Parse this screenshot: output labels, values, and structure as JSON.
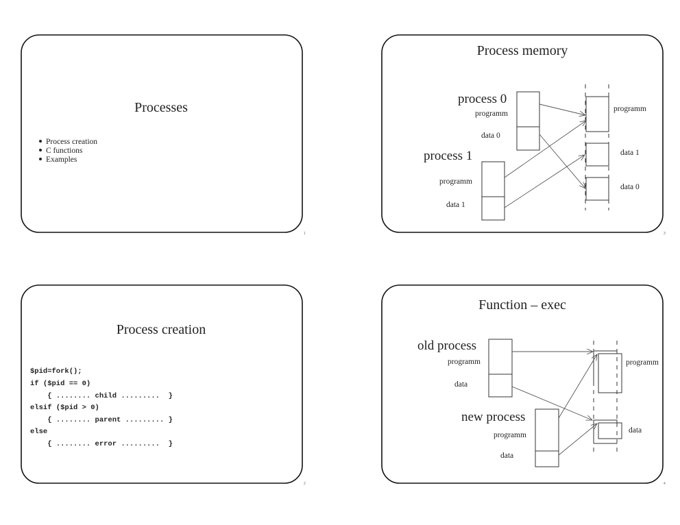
{
  "slides": [
    {
      "page_number": "1",
      "title": "Processes",
      "bullets": [
        "Process creation",
        "C functions",
        "Examples"
      ]
    },
    {
      "page_number": "3",
      "title": "Process memory",
      "labels": {
        "process0": "process 0",
        "process1": "process 1",
        "programm": "programm",
        "data0": "data 0",
        "data1": "data 1"
      }
    },
    {
      "page_number": "2",
      "title": "Process creation",
      "code": [
        "$pid=fork();",
        "if ($pid == 0)",
        "    { ........ child .........  }",
        "elsif ($pid > 0)",
        "    { ........ parent ......... }",
        "else",
        "    { ........ error .........  }"
      ]
    },
    {
      "page_number": "4",
      "title": "Function – exec",
      "labels": {
        "old": "old process",
        "new": "new process",
        "programm": "programm",
        "data": "data"
      }
    }
  ]
}
